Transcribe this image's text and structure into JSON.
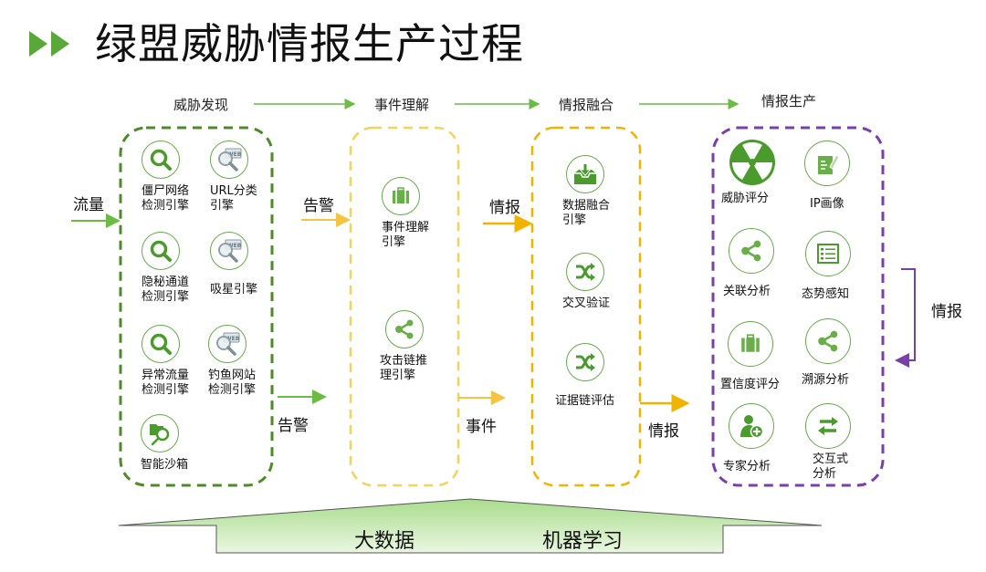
{
  "title": "绿盟威胁情报生产过程",
  "colors": {
    "accent_green": "#5aa83a",
    "icon_green": "#4a9a2c",
    "discovery_border": "#4f8a2a",
    "understanding_border": "#f5d35a",
    "fusion_border": "#f0b400",
    "production_border": "#7b3fa8",
    "flow_green": "#6cbb45",
    "flow_yellow": "#f5c342",
    "flow_orange": "#f0b400",
    "flow_purple": "#7b3fa8",
    "base_fill_top": "#b8e3a0",
    "base_fill_bottom": "#e8f6df"
  },
  "stages": [
    {
      "label": "威胁发现"
    },
    {
      "label": "事件理解"
    },
    {
      "label": "情报融合"
    },
    {
      "label": "情报生产"
    }
  ],
  "flows": {
    "input": "流量",
    "alert_top": "告警",
    "alert_bottom": "告警",
    "intel_in": "情报",
    "event": "事件",
    "intel_out": "情报",
    "intel_feedback": "情报"
  },
  "discovery": {
    "nodes": [
      {
        "label": "僵尸网络检测引擎",
        "line1": "僵尸网络",
        "line2": "检测引擎",
        "icon": "search-icon"
      },
      {
        "label": "URL分类引擎",
        "line1": "URL分类",
        "line2": "引擎",
        "icon": "web-search-icon"
      },
      {
        "label": "隐秘通道检测引擎",
        "line1": "隐秘通道",
        "line2": "检测引擎",
        "icon": "search-icon"
      },
      {
        "label": "吸星引擎",
        "line1": "吸星引擎",
        "line2": "",
        "icon": "web-search-icon"
      },
      {
        "label": "异常流量检测引擎",
        "line1": "异常流量",
        "line2": "检测引擎",
        "icon": "search-icon"
      },
      {
        "label": "钓鱼网站检测引擎",
        "line1": "钓鱼网站",
        "line2": "检测引擎",
        "icon": "web-search-icon"
      },
      {
        "label": "智能沙箱",
        "line1": "智能沙箱",
        "line2": "",
        "icon": "folder-search-icon"
      }
    ]
  },
  "understanding": {
    "nodes": [
      {
        "line1": "事件理解",
        "line2": "引擎",
        "icon": "briefcase-icon"
      },
      {
        "line1": "攻击链推",
        "line2": "理引擎",
        "icon": "share-icon"
      }
    ]
  },
  "fusion": {
    "nodes": [
      {
        "line1": "数据融合",
        "line2": "引擎",
        "icon": "inbox-download-icon"
      },
      {
        "line1": "交叉验证",
        "line2": "",
        "icon": "shuffle-icon"
      },
      {
        "line1": "证据链评估",
        "line2": "",
        "icon": "shuffle-icon"
      }
    ]
  },
  "production": {
    "nodes": [
      {
        "line1": "威胁评分",
        "line2": "",
        "icon": "radiation-icon"
      },
      {
        "line1": "IP画像",
        "line2": "",
        "icon": "document-edit-icon"
      },
      {
        "line1": "关联分析",
        "line2": "",
        "icon": "share-icon"
      },
      {
        "line1": "态势感知",
        "line2": "",
        "icon": "list-icon"
      },
      {
        "line1": "置信度评分",
        "line2": "",
        "icon": "briefcase-icon"
      },
      {
        "line1": "溯源分析",
        "line2": "",
        "icon": "share-icon"
      },
      {
        "line1": "专家分析",
        "line2": "",
        "icon": "add-user-icon"
      },
      {
        "line1": "交互式",
        "line2": "分析",
        "icon": "swap-arrows-icon"
      }
    ]
  },
  "foundation": {
    "left": "大数据",
    "right": "机器学习"
  }
}
